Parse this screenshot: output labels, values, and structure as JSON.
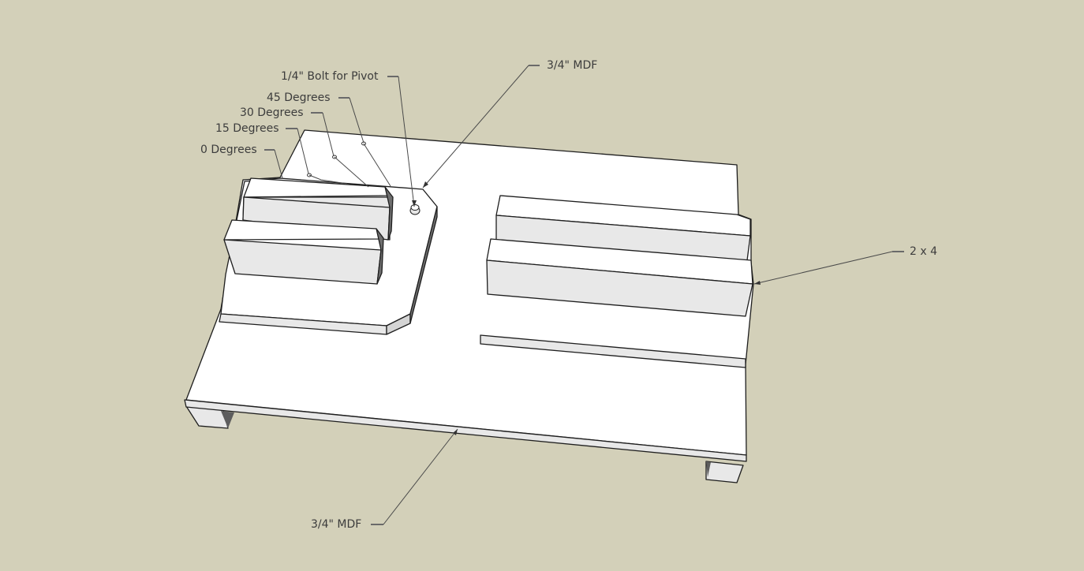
{
  "diagram": {
    "type": "3d-model-annotated",
    "subject": "Table saw crosscut/miter sled with pivoting fence",
    "background_color": "#d3d0b9",
    "face_colors": {
      "top": "#ffffff",
      "front": "#e8e8e8",
      "side_dark": "#6e6e6e",
      "edge": "#1e1e1e"
    }
  },
  "labels": {
    "bolt": "1/4\" Bolt for Pivot",
    "deg45": "45 Degrees",
    "deg30": "30 Degrees",
    "deg15": "15 Degrees",
    "deg0": "0 Degrees",
    "mdf_top": "3/4\" MDF",
    "two_by_four": "2 x 4",
    "mdf_bottom": "3/4\" MDF"
  },
  "components": [
    {
      "name": "base-platform",
      "material": "3/4\" MDF"
    },
    {
      "name": "pivot-plate",
      "material": "3/4\" MDF"
    },
    {
      "name": "left-fence-rear",
      "material": "2 x 4"
    },
    {
      "name": "left-fence-front",
      "material": "2 x 4"
    },
    {
      "name": "right-fence-rear",
      "material": "2 x 4"
    },
    {
      "name": "right-fence-front",
      "material": "2 x 4"
    },
    {
      "name": "pivot-bolt",
      "material": "1/4\" Bolt"
    },
    {
      "name": "runner-left"
    },
    {
      "name": "runner-right"
    }
  ],
  "angle_stops": [
    "0 Degrees",
    "15 Degrees",
    "30 Degrees",
    "45 Degrees"
  ]
}
